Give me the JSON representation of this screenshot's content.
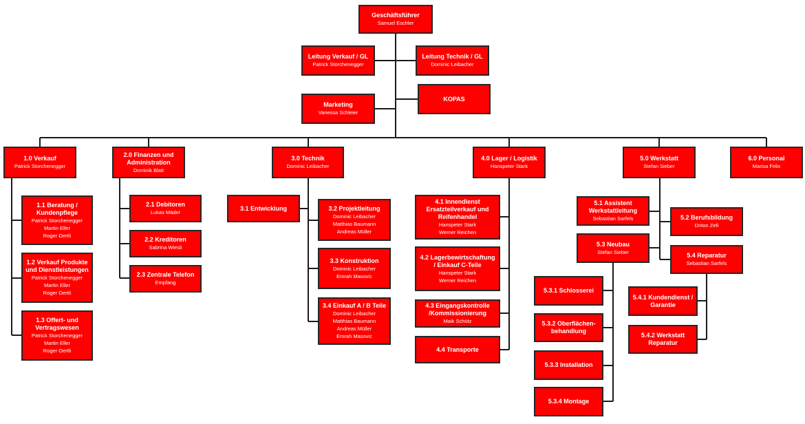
{
  "colors": {
    "box_fill": "#ff0000",
    "box_border": "#262626",
    "line": "#1a1a1a",
    "text": "#ffffff"
  },
  "nodes": {
    "ceo": {
      "title": "Geschäftsführer",
      "people": [
        "Samuel Eschler"
      ]
    },
    "leitung_verkauf": {
      "title": "Leitung Verkauf / GL",
      "people": [
        "Patrick Storchenegger"
      ]
    },
    "leitung_technik": {
      "title": "Leitung Technik / GL",
      "people": [
        "Dominic Leibacher"
      ]
    },
    "marketing": {
      "title": "Marketing",
      "people": [
        "Vanessa Schleier"
      ]
    },
    "kopas": {
      "title": "KOPAS",
      "people": []
    },
    "n1_0": {
      "title": "1.0 Verkauf",
      "people": [
        "Patrick Storchenegger"
      ]
    },
    "n1_1": {
      "title": "1.1 Beratung / Kundenpflege",
      "people": [
        "Patrick Storchenegger",
        "Martin Eller",
        "Roger Oertli"
      ]
    },
    "n1_2": {
      "title": "1.2 Verkauf Produkte und Dienstleistungen",
      "people": [
        "Patrick Storchenegger",
        "Martin Eller",
        "Roger Oertli"
      ]
    },
    "n1_3": {
      "title": "1.3 Offert- und Vertragswesen",
      "people": [
        "Patrick Storchenegger",
        "Martin Eller",
        "Roger Oertli"
      ]
    },
    "n2_0": {
      "title": "2.0 Finanzen und Administration",
      "people": [
        "Dominik Blatt"
      ]
    },
    "n2_1": {
      "title": "2.1 Debitoren",
      "people": [
        "Lukas Mäder"
      ]
    },
    "n2_2": {
      "title": "2.2 Kreditoren",
      "people": [
        "Sabrina Wiesli"
      ]
    },
    "n2_3": {
      "title": "2.3 Zentrale Telefon",
      "people": [
        "Empfang"
      ]
    },
    "n3_0": {
      "title": "3.0 Technik",
      "people": [
        "Dominic Leibacher"
      ]
    },
    "n3_1": {
      "title": "3.1 Entwicklung",
      "people": []
    },
    "n3_2": {
      "title": "3.2 Projektleitung",
      "people": [
        "Dominic Leibacher",
        "Matthias Baumann",
        "Andreas Müller"
      ]
    },
    "n3_3": {
      "title": "3.3 Konstruktion",
      "people": [
        "Dominic Leibacher",
        "Emrah Masovic"
      ]
    },
    "n3_4": {
      "title": "3.4 Einkauf A / B Teile",
      "people": [
        "Dominic Leibacher",
        "Matthias Baumann",
        "Andreas Müller",
        "Emrah Masovic"
      ]
    },
    "n4_0": {
      "title": "4.0 Lager / Logistik",
      "people": [
        "Hanspeter Stark"
      ]
    },
    "n4_1": {
      "title": "4.1 Innendienst Ersatzteilverkauf und Reifenhandel",
      "people": [
        "Hanspeter Stark",
        "Werner Reichen"
      ]
    },
    "n4_2": {
      "title": "4.2 Lagerbewirtschaftung / Einkauf C-Teile",
      "people": [
        "Hanspeter Stark",
        "Werner Reichen"
      ]
    },
    "n4_3": {
      "title": "4.3 Eingangskontrolle /Kommissionierung",
      "people": [
        "Maik Schütz"
      ]
    },
    "n4_4": {
      "title": "4.4 Transporte",
      "people": []
    },
    "n5_0": {
      "title": "5.0 Werkstatt",
      "people": [
        "Stefan Sieber"
      ]
    },
    "n5_1": {
      "title": "5.1 Assistent Werkstattleitung",
      "people": [
        "Sebastian Sarfels"
      ]
    },
    "n5_2": {
      "title": "5.2 Berufsbildung",
      "people": [
        "Driton Zefi"
      ]
    },
    "n5_3": {
      "title": "5.3 Neubau",
      "people": [
        "Stefan Sieber"
      ]
    },
    "n5_4": {
      "title": "5.4 Reparatur",
      "people": [
        "Sebastian Sarfels"
      ]
    },
    "n5_3_1": {
      "title": "5.3.1 Schlosserei",
      "people": []
    },
    "n5_3_2": {
      "title": "5.3.2 Oberflächen-behandlung",
      "people": []
    },
    "n5_3_3": {
      "title": "5.3.3 Installation",
      "people": []
    },
    "n5_3_4": {
      "title": "5.3.4 Montage",
      "people": []
    },
    "n5_4_1": {
      "title": "5.4.1 Kundendienst / Garantie",
      "people": []
    },
    "n5_4_2": {
      "title": "5.4.2 Werkstatt Reparatur",
      "people": []
    },
    "n6_0": {
      "title": "6.0 Personal",
      "people": [
        "Marisa Felix"
      ]
    }
  }
}
